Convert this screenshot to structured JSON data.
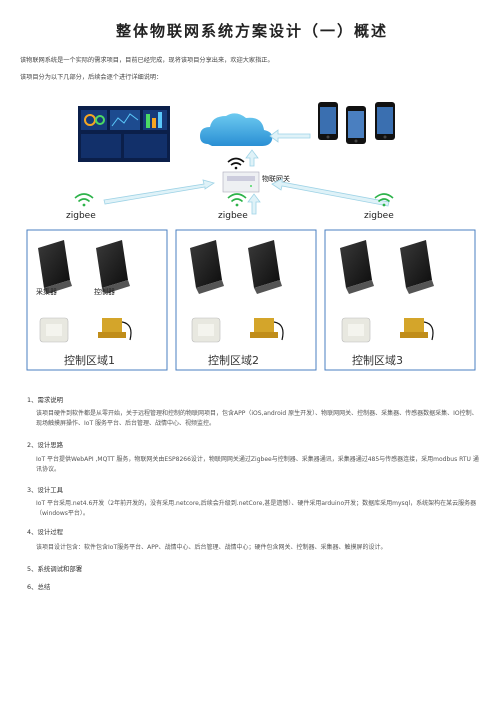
{
  "doc": {
    "title": "整体物联网系统方案设计（一）概述",
    "intro1": "该物联网系统是一个实际的需求项目，目前已经完成，现将该项目分享出来，欢迎大家指正。",
    "intro2": "该项目分为以下几部分，后续会逐个进行详细说明："
  },
  "diagram": {
    "gateway_label": "物联网关",
    "zigbee_labels": [
      "zigbee",
      "zigbee",
      "zigbee"
    ],
    "collector_label": "采集器",
    "controller_label": "控制器",
    "zones": [
      "控制区域1",
      "控制区域2",
      "控制区域3"
    ],
    "colors": {
      "zone_border": "#4a7fc1",
      "arrow": "#9fd3e6",
      "wifi": "#2db34a"
    }
  },
  "sections": [
    {
      "heading": "1、需求说明",
      "body": "该项目硬件到软件都是从零开始，关于远程管理和控制的物联网项目，包含APP（iOS,android 原生开发）、物联网网关、控制器、采集器、传感器数据采集、IO控制、现场触摸屏操作、IoT 服务平台、后台管理、战情中心、视频监控。"
    },
    {
      "heading": "2、设计思路",
      "body": "IoT 平台提供WebAPI ,MQTT 服务，物联网关由ESP8266设计，物联网网关通过Zigbee与控制器、采集器通讯，采集器通过485与传感器连接，采用modbus RTU 通讯协议。"
    },
    {
      "heading": "3、设计工具",
      "body": "IoT 平台采用.net4.6开发（2年前开发的，没有采用.netcore,后续会升级到.netCore,甚是遗憾）、硬件采用arduino开发；数据库采用mysql，系统架构在某云服务器（windows平台）。"
    },
    {
      "heading": "4、设计过程",
      "body": "该项目设计包含：软件包含IoT服务平台、APP、战情中心、后台管理、战情中心；硬件包含网关、控制器、采集器、触摸屏的设计。"
    },
    {
      "heading": "5、系统调试和部署",
      "body": ""
    },
    {
      "heading": "6、总结",
      "body": ""
    }
  ]
}
